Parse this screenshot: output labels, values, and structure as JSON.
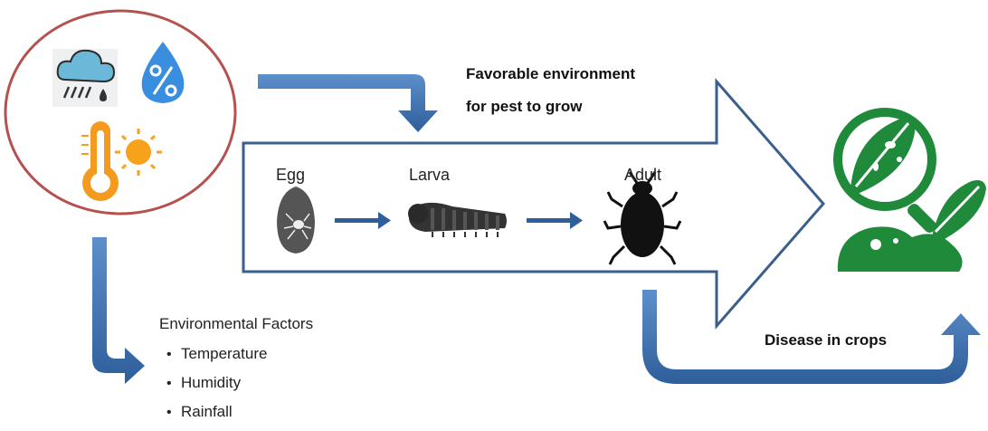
{
  "labels": {
    "favorable_line1": "Favorable environment",
    "favorable_line2": "for pest to grow",
    "disease": "Disease in crops"
  },
  "stages": [
    {
      "label": "Egg",
      "icon": "egg-icon"
    },
    {
      "label": "Larva",
      "icon": "larva-icon"
    },
    {
      "label": "Adult",
      "icon": "adult-bug-icon"
    }
  ],
  "factors": {
    "title": "Environmental Factors",
    "items": [
      "Temperature",
      "Humidity",
      "Rainfall"
    ]
  },
  "icons": {
    "weather": [
      "rain-cloud-icon",
      "humidity-drop-icon",
      "thermometer-icon",
      "sun-icon"
    ],
    "result": "plant-disease-magnifier-icon"
  },
  "colors": {
    "arrow_blue": "#3f6fa8",
    "big_arrow_outline": "#3a5f8c",
    "circle_outline": "#b5524f",
    "drop_blue": "#3a8ee0",
    "thermo_orange": "#f39a1f",
    "sun_orange": "#f7a21b",
    "plant_green": "#1e8a3a",
    "bug_black": "#111111"
  }
}
